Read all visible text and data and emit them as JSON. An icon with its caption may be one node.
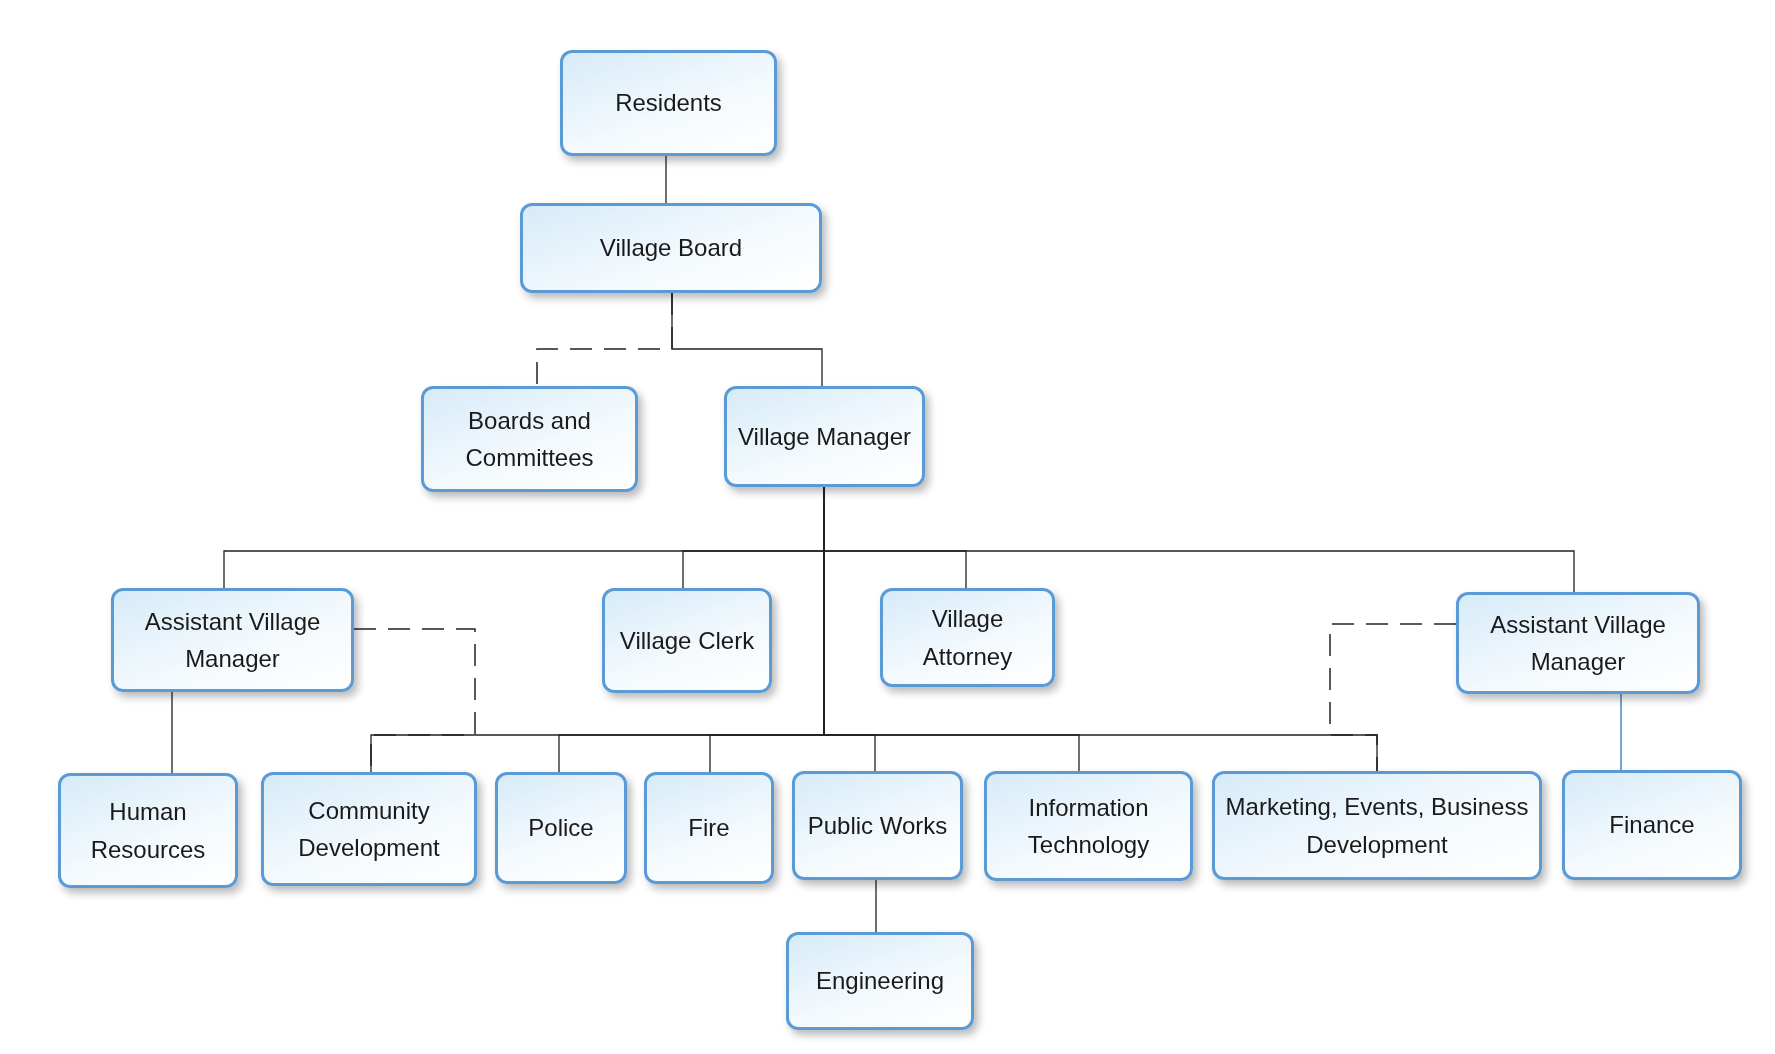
{
  "diagram": {
    "nodes": [
      {
        "text": [
          "Residents"
        ]
      },
      {
        "text": [
          "Village Board"
        ]
      },
      {
        "text": [
          "Boards and Committees"
        ]
      },
      {
        "text": [
          "Village Manager"
        ]
      },
      {
        "text": [
          "Assistant Village Manager"
        ]
      },
      {
        "text": [
          "Village Clerk"
        ]
      },
      {
        "text": [
          "Village Attorney"
        ]
      },
      {
        "text": [
          "Assistant Village Manager"
        ]
      },
      {
        "text": [
          "Human Resources"
        ]
      },
      {
        "text": [
          "Community Development"
        ]
      },
      {
        "text": [
          "Police"
        ]
      },
      {
        "text": [
          "Fire"
        ]
      },
      {
        "text": [
          "Public Works"
        ]
      },
      {
        "text": [
          "Information Technology"
        ]
      },
      {
        "text": [
          "Marketing, Events, Business Development"
        ]
      },
      {
        "text": [
          "Finance"
        ]
      },
      {
        "text": [
          "Engineering"
        ]
      }
    ],
    "edges": [
      {
        "from": 0,
        "to": 1,
        "arrow": "none"
      },
      {
        "from": 1,
        "to": 2,
        "arrow": "none",
        "style": "dashed"
      },
      {
        "from": 1,
        "to": 3,
        "arrow": "none"
      },
      {
        "from": 3,
        "to": 4,
        "arrow": "none"
      },
      {
        "from": 3,
        "to": 5,
        "arrow": "none"
      },
      {
        "from": 3,
        "to": 6,
        "arrow": "none"
      },
      {
        "from": 3,
        "to": 7,
        "arrow": "none"
      },
      {
        "from": 3,
        "to": 9,
        "arrow": "none"
      },
      {
        "from": 3,
        "to": 10,
        "arrow": "none"
      },
      {
        "from": 3,
        "to": 11,
        "arrow": "none"
      },
      {
        "from": 3,
        "to": 12,
        "arrow": "none"
      },
      {
        "from": 3,
        "to": 13,
        "arrow": "none"
      },
      {
        "from": 3,
        "to": 14,
        "arrow": "none"
      },
      {
        "from": 4,
        "to": 8,
        "arrow": "none"
      },
      {
        "from": 4,
        "to": 9,
        "arrow": "none",
        "style": "dashed"
      },
      {
        "from": 7,
        "to": 14,
        "arrow": "none",
        "style": "dashed"
      },
      {
        "from": 7,
        "to": 15,
        "arrow": "none",
        "color": "#2e75b6"
      },
      {
        "from": 12,
        "to": 16,
        "arrow": "none"
      }
    ]
  }
}
